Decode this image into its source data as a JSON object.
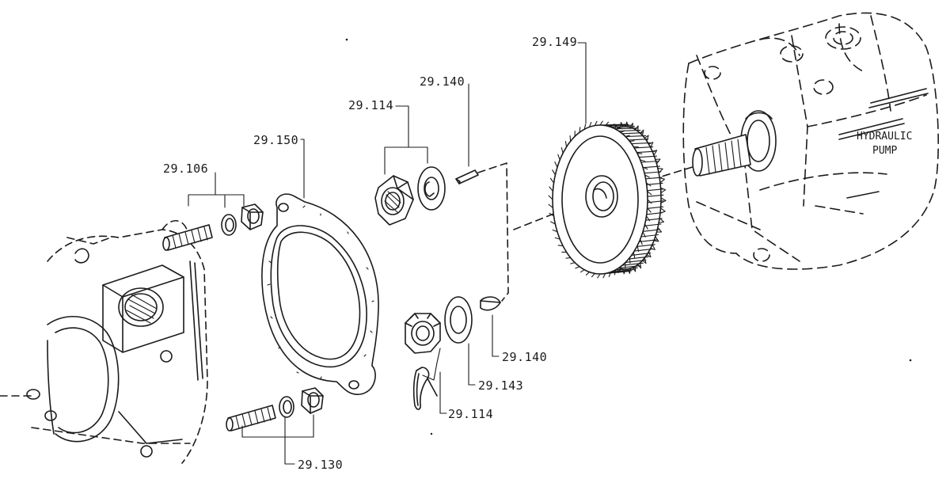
{
  "labels": {
    "stud_nut_washer_upper": "29.106",
    "stud_nut_washer_lower": "29.130",
    "gasket": "29.150",
    "nut_washer_upper": "29.114",
    "key_upper": "29.140",
    "gear": "29.149",
    "key_lower": "29.140",
    "washer_lower": "29.143",
    "castle_nut_pin": "29.114",
    "pump_line1": "HYDRAULIC",
    "pump_line2": "PUMP"
  }
}
